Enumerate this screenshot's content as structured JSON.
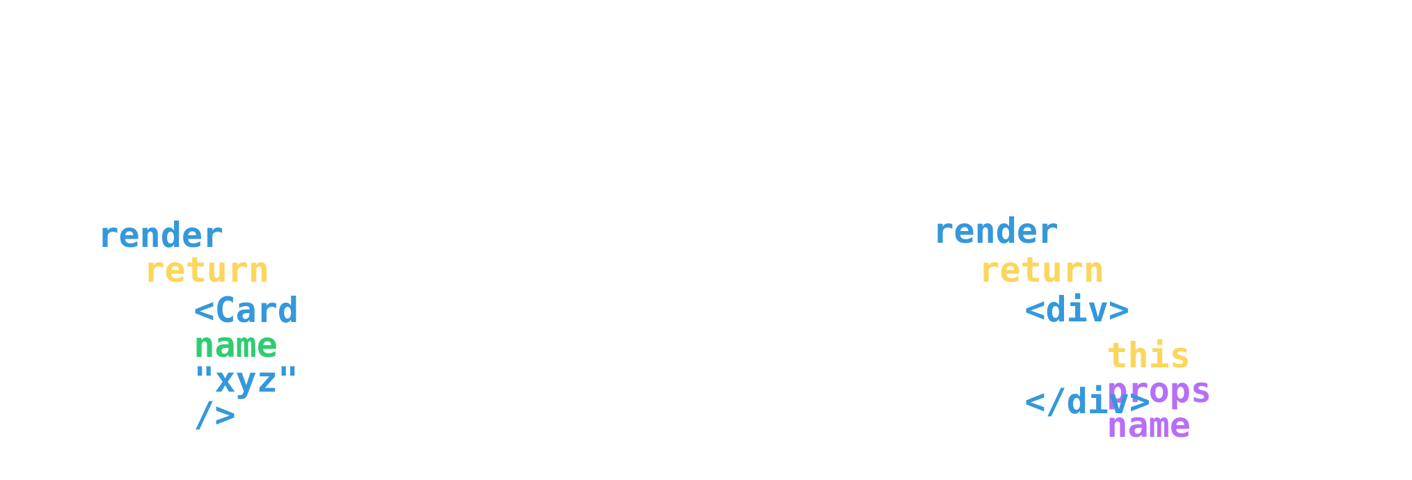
{
  "colors": {
    "keyword_blue": "#3498db",
    "return_yellow": "#fcd55c",
    "attr_green": "#2ecc71",
    "prop_purple": "#b86ef5"
  },
  "left_code": {
    "line1": {
      "render": "render"
    },
    "line2": {
      "return": "return"
    },
    "line3": {
      "tag_open": "<Card",
      "attr": "name",
      "value": "\"xyz\"",
      "self_close": "/>"
    }
  },
  "right_code": {
    "line1": {
      "render": "render"
    },
    "line2": {
      "return": "return"
    },
    "line3": {
      "div_open": "<div>"
    },
    "line4": {
      "this": "this",
      "props": "props",
      "name": "name"
    },
    "line5": {
      "div_close": "</div>"
    }
  }
}
